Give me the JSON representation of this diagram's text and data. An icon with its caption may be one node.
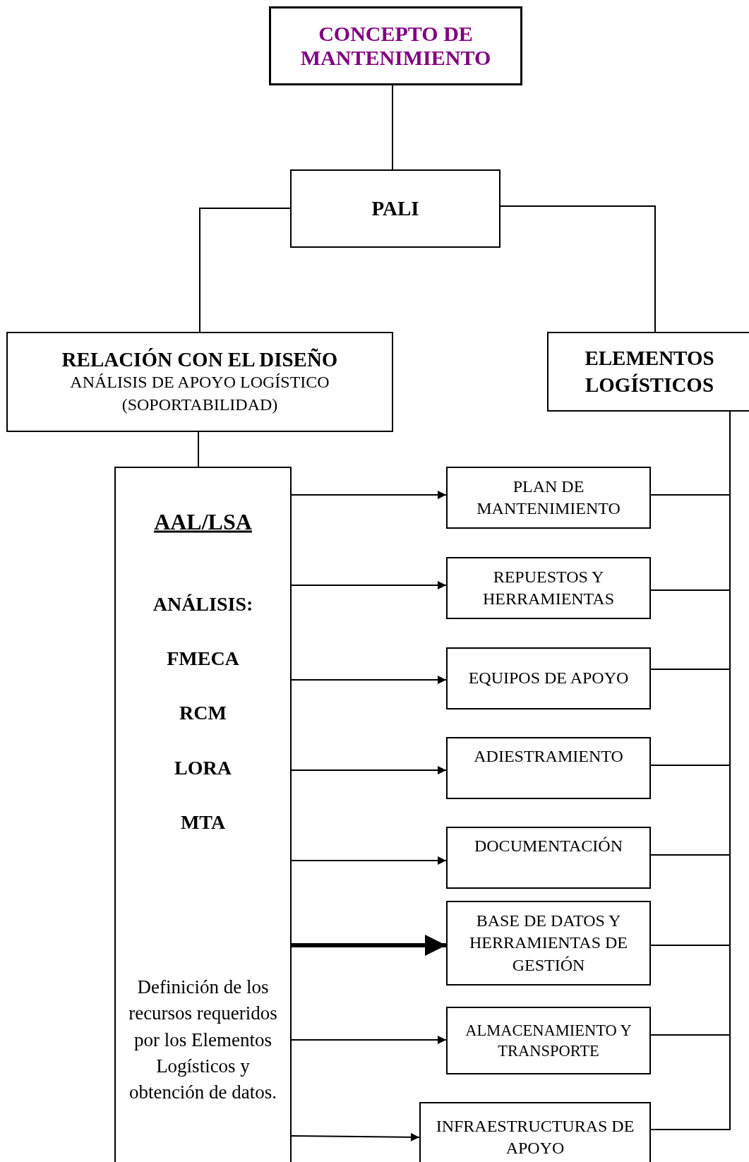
{
  "diagram": {
    "nodes": [
      {
        "text": [
          "CONCEPTO  DE MANTENIMIENTO"
        ]
      },
      {
        "text": [
          "PALI"
        ]
      },
      {
        "text": [
          "RELACIÓN CON EL DISEÑO",
          "ANÁLISIS DE APOYO LOGÍSTICO (SOPORTABILIDAD)"
        ]
      },
      {
        "text": [
          "ELEMENTOS LOGÍSTICOS"
        ]
      },
      {
        "text": [
          "AAL/LSA",
          "ANÁLISIS:",
          "FMECA",
          "RCM",
          "LORA",
          "MTA",
          "Definición de los recursos requeridos por los Elementos Logísticos y obtención de datos."
        ]
      },
      {
        "text": [
          "PLAN DE MANTENIMIENTO"
        ]
      },
      {
        "text": [
          "REPUESTOS Y HERRAMIENTAS"
        ]
      },
      {
        "text": [
          "EQUIPOS DE APOYO"
        ]
      },
      {
        "text": [
          "ADIESTRAMIENTO"
        ]
      },
      {
        "text": [
          "DOCUMENTACIÓN"
        ]
      },
      {
        "text": [
          "BASE DE DATOS Y HERRAMIENTAS DE GESTIÓN"
        ]
      },
      {
        "text": [
          "ALMACENAMIENTO Y  TRANSPORTE"
        ]
      },
      {
        "text": [
          "INFRAESTRUCTURAS DE APOYO"
        ]
      }
    ],
    "edges": [
      {
        "from": 0,
        "to": 1,
        "arrow": "none"
      },
      {
        "from": 1,
        "to": 2,
        "arrow": "none"
      },
      {
        "from": 1,
        "to": 3,
        "arrow": "none"
      },
      {
        "from": 2,
        "to": 4,
        "arrow": "none"
      },
      {
        "from": 4,
        "to": 5,
        "arrow": "to"
      },
      {
        "from": 4,
        "to": 6,
        "arrow": "to"
      },
      {
        "from": 4,
        "to": 7,
        "arrow": "to"
      },
      {
        "from": 4,
        "to": 8,
        "arrow": "to"
      },
      {
        "from": 4,
        "to": 9,
        "arrow": "to"
      },
      {
        "from": 4,
        "to": 10,
        "arrow": "to",
        "style": "thick"
      },
      {
        "from": 4,
        "to": 11,
        "arrow": "to"
      },
      {
        "from": 4,
        "to": 12,
        "arrow": "to"
      },
      {
        "from": 3,
        "to": 5,
        "arrow": "none"
      },
      {
        "from": 3,
        "to": 6,
        "arrow": "none"
      },
      {
        "from": 3,
        "to": 7,
        "arrow": "none"
      },
      {
        "from": 3,
        "to": 8,
        "arrow": "none"
      },
      {
        "from": 3,
        "to": 9,
        "arrow": "none"
      },
      {
        "from": 3,
        "to": 10,
        "arrow": "none"
      },
      {
        "from": 3,
        "to": 11,
        "arrow": "none"
      },
      {
        "from": 3,
        "to": 12,
        "arrow": "none"
      }
    ]
  }
}
